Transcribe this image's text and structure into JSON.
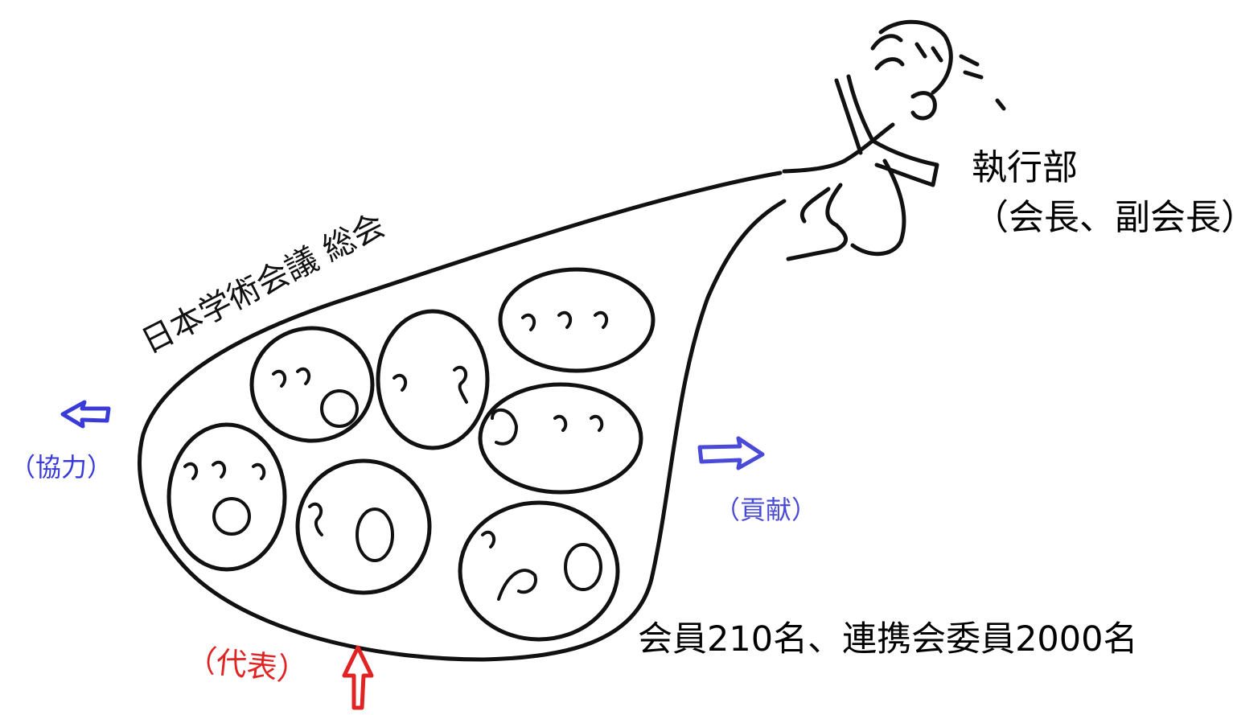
{
  "diagram": {
    "executive": {
      "title": "執行部",
      "subtitle": "（会長、副会長）"
    },
    "organization": {
      "handwritten_title": "日本学術会議 総会",
      "members": "会員210名、連携会委員2000名"
    },
    "arrows": {
      "left": {
        "label": "（協力）",
        "color": "#3a3ad8",
        "icon": "left-arrow"
      },
      "right": {
        "label": "（貢献）",
        "color": "#4a4ad8",
        "icon": "right-arrow"
      },
      "bottom": {
        "label": "（代表）",
        "color": "#e02424",
        "icon": "up-arrow"
      }
    },
    "colors": {
      "ink": "#111111"
    }
  }
}
